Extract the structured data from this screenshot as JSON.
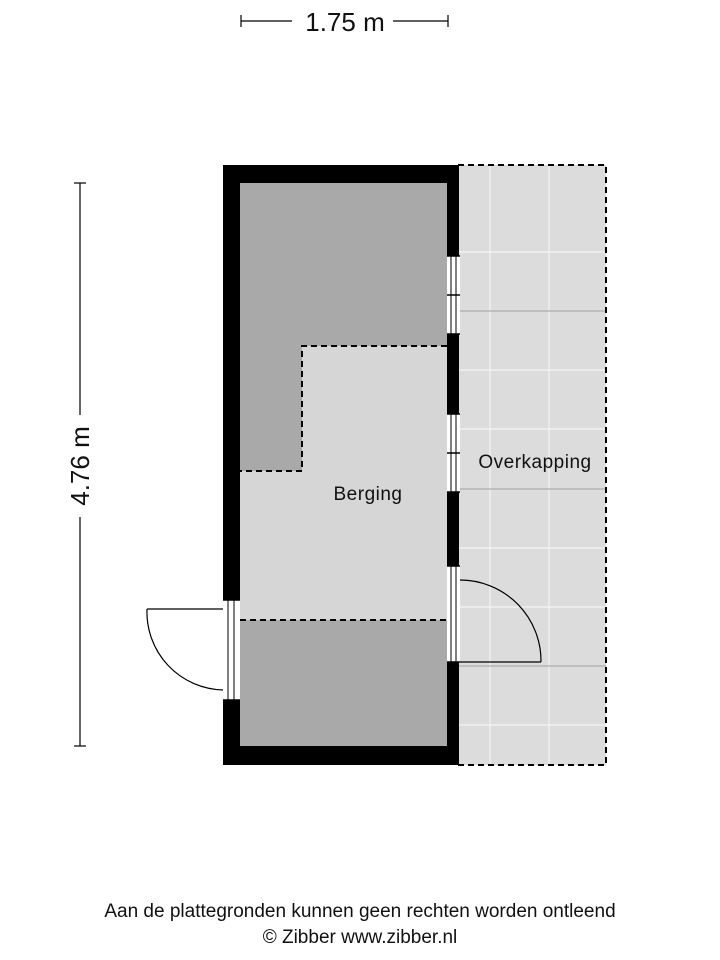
{
  "dimensions": {
    "width": "1.75 m",
    "height": "4.76 m"
  },
  "rooms": {
    "storage": "Berging",
    "canopy": "Overkapping"
  },
  "footer": {
    "disclaimer": "Aan de plattegronden kunnen geen rechten worden ontleend",
    "copyright": "© Zibber www.zibber.nl"
  },
  "colors": {
    "wall": "#000000",
    "dark_area": "#a9a9a9",
    "light_area": "#d6d6d6",
    "canopy_fill": "#dcdcdc",
    "tile_line": "#ffffff"
  }
}
